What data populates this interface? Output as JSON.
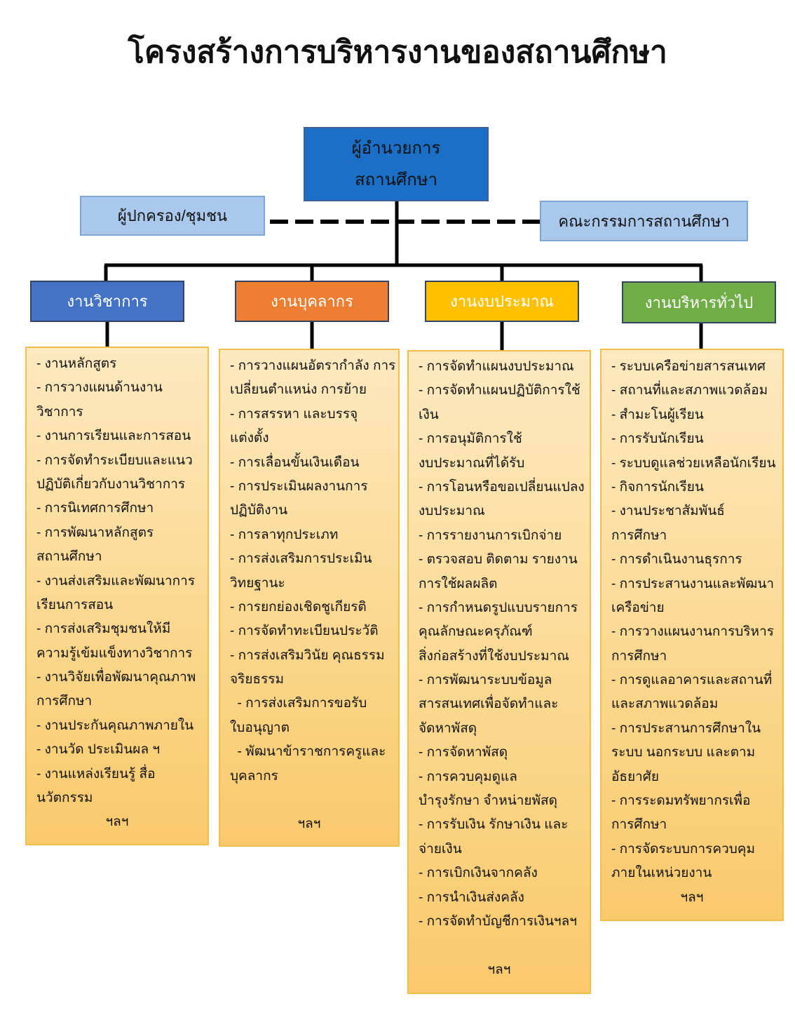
{
  "title": "โครงสร้างการบริหารงานของสถานศึกษา",
  "director": {
    "line1": "ผู้อำนวยการ",
    "line2": "สถานศึกษา"
  },
  "parents_community": "ผู้ปกครอง/ชุมชน",
  "school_board": "คณะกรรมการสถานศึกษา",
  "colors": {
    "director": "#1c6fc6",
    "side_boxes": "#a9c8ec",
    "connector": "#000000"
  },
  "departments": [
    {
      "label": "งานวิชาการ",
      "color": "#4472c4",
      "items": [
        [
          "- งานหลักสูตร"
        ],
        [
          "- การวางแผนด้านงาน",
          "วิชาการ"
        ],
        [
          "- งานการเรียนและการสอน"
        ],
        [
          "- การจัดทำระเบียบและแนว",
          "ปฏิบัติเกี่ยวกับงานวิชาการ"
        ],
        [
          "- การนิเทศการศึกษา"
        ],
        [
          "- การพัฒนาหลักสูตร",
          "สถานศึกษา"
        ],
        [
          "- งานส่งเสริมและพัฒนาการ",
          "เรียนการสอน"
        ],
        [
          "- การส่งเสริมชุมชนให้มี",
          "ความรู้เข้มแข็งทางวิชาการ"
        ],
        [
          "- งานวิจัยเพื่อพัฒนาคุณภาพ",
          "การศึกษา"
        ],
        [
          "- งานประกันคุณภาพภายใน"
        ],
        [
          "- งานวัด ประเมินผล ฯ"
        ],
        [
          "- งานแหล่งเรียนรู้ สื่อ",
          "นวัตกรรม"
        ]
      ],
      "etc": "ฯลฯ"
    },
    {
      "label": "งานบุคลากร",
      "color": "#ed7d31",
      "items": [
        [
          "- การวางแผนอัตรากำลัง การ",
          "เปลี่ยนตำแหน่ง การย้าย"
        ],
        [
          "- การสรรหา และบรรจุ",
          "แต่งตั้ง"
        ],
        [
          "- การเลื่อนขั้นเงินเดือน"
        ],
        [
          "- การประเมินผลงานการ",
          "ปฏิบัติงาน"
        ],
        [
          "- การลาทุกประเภท"
        ],
        [
          "- การส่งเสริมการประเมิน",
          "วิทยฐานะ"
        ],
        [
          "- การยกย่องเชิดชูเกียรติ"
        ],
        [
          "- การจัดทำทะเบียนประวัติ"
        ],
        [
          "- การส่งเสริมวินัย คุณธรรม",
          "จริยธรรม"
        ],
        [
          "  - การส่งเสริมการขอรับ",
          "ใบอนุญาต"
        ],
        [
          "  - พัฒนาข้าราชการครูและ",
          "บุคลากร"
        ]
      ],
      "etc": "ฯลฯ"
    },
    {
      "label": "งานงบประมาณ",
      "color": "#ffc000",
      "items": [
        [
          "- การจัดทำแผนงบประมาณ"
        ],
        [
          "- การจัดทำแผนปฏิบัติการใช้",
          "เงิน"
        ],
        [
          "- การอนุมัติการใช้",
          "งบประมาณที่ได้รับ"
        ],
        [
          "- การโอนหรือขอเปลี่ยนแปลง",
          "งบประมาณ"
        ],
        [
          "- การรายงานการเบิกจ่าย"
        ],
        [
          "- ตรวจสอบ ติดตาม รายงาน",
          "การใช้ผลผลิต"
        ],
        [
          "- การกำหนดรูปแบบรายการ",
          "คุณลักษณะครุภัณฑ์",
          "สิ่งก่อสร้างที่ใช้งบประมาณ"
        ],
        [
          "- การพัฒนาระบบข้อมูล",
          "สารสนเทศเพื่อจัดทำและ",
          "จัดหาพัสดุ"
        ],
        [
          "- การจัดหาพัสดุ"
        ],
        [
          "- การควบคุมดูแล",
          "บำรุงรักษา จำหน่ายพัสดุ"
        ],
        [
          "- การรับเงิน รักษาเงิน และ",
          "จ่ายเงิน"
        ],
        [
          "- การเบิกเงินจากคลัง"
        ],
        [
          "- การนำเงินส่งคลัง"
        ],
        [
          "- การจัดทำบัญชีการเงินฯลฯ"
        ]
      ],
      "etc": "ฯลฯ"
    },
    {
      "label": "งานบริหารทั่วไป",
      "color": "#70ad47",
      "items": [
        [
          "- ระบบเครือข่ายสารสนเทศ"
        ],
        [
          "- สถานที่และสภาพแวดล้อม"
        ],
        [
          "- สำมะโนผู้เรียน"
        ],
        [
          "- การรับนักเรียน"
        ],
        [
          "- ระบบดูแลช่วยเหลือนักเรียน"
        ],
        [
          "- กิจการนักเรียน"
        ],
        [
          "- งานประชาสัมพันธ์",
          "การศึกษา"
        ],
        [
          "- การดำเนินงานธุรการ"
        ],
        [
          "- การประสานงานและพัฒนา",
          "เครือข่าย"
        ],
        [
          "- การวางแผนงานการบริหาร",
          "การศึกษา"
        ],
        [
          "- การดูแลอาคารและสถานที่",
          "และสภาพแวดล้อม"
        ],
        [
          "- การประสานการศึกษาใน",
          "ระบบ นอกระบบ และตาม",
          "อัธยาศัย"
        ],
        [
          "- การระดมทรัพยากรเพื่อ",
          "การศึกษา"
        ],
        [
          "- การจัดระบบการควบคุม",
          "ภายในเหน่วยงาน"
        ]
      ],
      "etc": "ฯลฯ"
    }
  ]
}
